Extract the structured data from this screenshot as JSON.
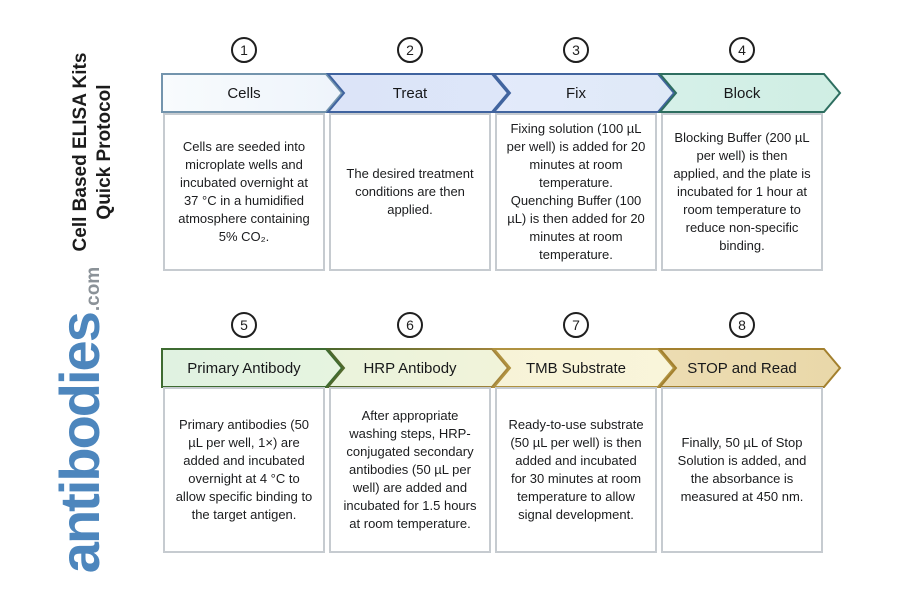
{
  "sidebar": {
    "title_line1": "Cell Based ELISA Kits",
    "title_line2": "Quick Protocol",
    "logo_main": "antibodies",
    "logo_suffix": ".com",
    "colors": {
      "logo_main": "#4d86bd",
      "logo_suffix": "#8b9298",
      "title": "#1c1c1c"
    }
  },
  "rows": [
    {
      "steps": [
        {
          "number": "1",
          "label": "Cells",
          "description": "Cells are seeded into microplate wells and incubated overnight at 37 °C in a humidified atmosphere containing 5% CO₂.",
          "fill": "#f8fbfd",
          "fill2": "#eef4fb",
          "stroke": "#7394ad",
          "stroke2": "#7394ad"
        },
        {
          "number": "2",
          "label": "Treat",
          "description": "The desired treatment conditions are then applied.",
          "fill": "#dce4f8",
          "fill2": "#dde6f9",
          "stroke": "#3f639f",
          "stroke2": "#3f639f"
        },
        {
          "number": "3",
          "label": "Fix",
          "description": "Fixing solution (100 µL per well) is added for 20 minutes at room temperature. Quenching Buffer (100 µL) is then added for 20 minutes at room temperature.",
          "fill": "#e3eafb",
          "fill2": "#dfe9f7",
          "stroke": "#42659f",
          "stroke2": "#42659f"
        },
        {
          "number": "4",
          "label": "Block",
          "description": "Blocking Buffer (200 µL per well) is then applied, and the plate is incubated for 1 hour at room temperature to reduce non-specific binding.",
          "fill": "#d6f0e9",
          "fill2": "#cfeee3",
          "stroke": "#2e6e60",
          "stroke2": "#2e6e60"
        }
      ]
    },
    {
      "steps": [
        {
          "number": "5",
          "label": "Primary Antibody",
          "description": "Primary antibodies (50 µL per well, 1×) are added and incubated overnight at 4 °C to allow specific binding to the target antigen.",
          "fill": "#e0f2e1",
          "fill2": "#e6f4e0",
          "stroke": "#3e6b31",
          "stroke2": "#3e6b31"
        },
        {
          "number": "6",
          "label": "HRP Antibody",
          "description": "After appropriate washing steps, HRP-conjugated secondary antibodies (50 µL per well) are added and incubated for 1.5 hours at room temperature.",
          "fill": "#eaf3dc",
          "fill2": "#f1f3d9",
          "stroke": "#4c672c",
          "stroke2": "#a8863c"
        },
        {
          "number": "7",
          "label": "TMB Substrate",
          "description": "Ready-to-use substrate (50 µL per well) is then added and incubated for 30 minutes at room temperature to allow signal development.",
          "fill": "#f7f3d7",
          "fill2": "#f9f5da",
          "stroke": "#b09240",
          "stroke2": "#b09240"
        },
        {
          "number": "8",
          "label": "STOP and Read",
          "description": "Finally, 50 µL of Stop Solution is added, and the absorbance is measured at 450 nm.",
          "fill": "#ecdcb2",
          "fill2": "#e9d8a9",
          "stroke": "#a3802e",
          "stroke2": "#a3802e"
        }
      ]
    }
  ]
}
